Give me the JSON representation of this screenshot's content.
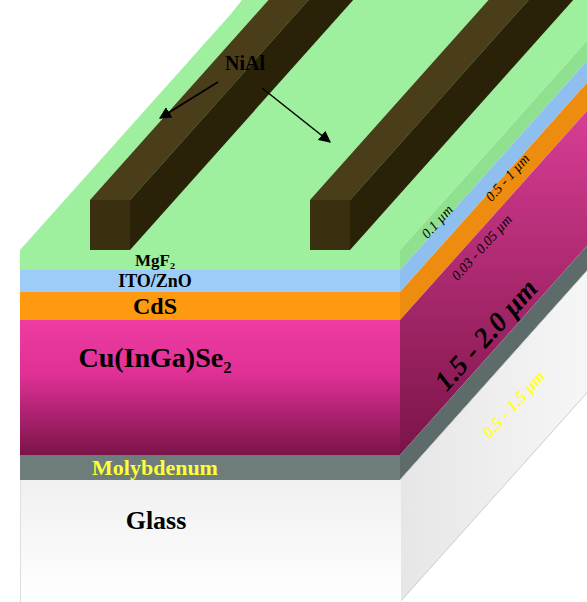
{
  "diagram": {
    "nodes": [
      {
        "text": [
          "MgF₂"
        ]
      },
      {
        "text": [
          "ITO/ZnO"
        ]
      },
      {
        "text": [
          "CdS"
        ]
      },
      {
        "text": [
          "Cu(InGa)Se₂"
        ]
      },
      {
        "text": [
          "Molybdenum"
        ]
      },
      {
        "text": [
          "Glass"
        ]
      }
    ],
    "labels": [
      "NiAl",
      "0.1 µm",
      "0.5 - 1 µm",
      "0.03 - 0.05 µm",
      "1.5 - 2.0 µm",
      "0.5 - 1.5 µm"
    ]
  }
}
